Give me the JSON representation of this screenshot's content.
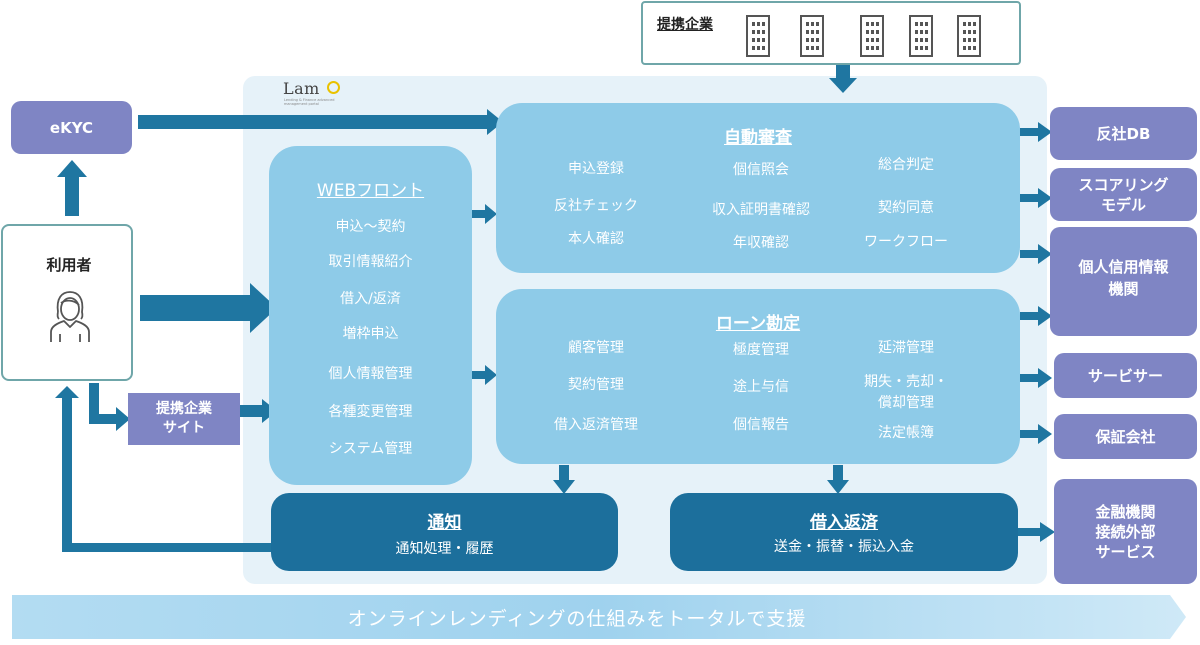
{
  "partner": {
    "title": "提携企業",
    "icons": [
      "building-icon",
      "building-icon",
      "building-icon",
      "building-icon",
      "building-icon"
    ]
  },
  "logo": {
    "word": "Lam",
    "tagline": "Lending & Finance advanced management portal"
  },
  "ekyc": {
    "label": "eKYC"
  },
  "user": {
    "title": "利用者",
    "icon": "person-icon"
  },
  "partner_site": {
    "line1": "提携企業",
    "line2": "サイト"
  },
  "web_front": {
    "title": "WEBフロント",
    "items": [
      "申込〜契約",
      "取引情報紹介",
      "借入/返済",
      "増枠申込",
      "個人情報管理",
      "各種変更管理",
      "システム管理"
    ]
  },
  "auto_review": {
    "title": "自動審査",
    "items": [
      "申込登録",
      "個信照会",
      "総合判定",
      "反社チェック",
      "収入証明書確認",
      "契約同意",
      "本人確認",
      "年収確認",
      "ワークフロー"
    ]
  },
  "loan": {
    "title": "ローン勘定",
    "items": [
      "顧客管理",
      "極度管理",
      "延滞管理",
      "契約管理",
      "途上与信",
      "期失・売却・\n償却管理",
      "借入返済管理",
      "個信報告",
      "法定帳簿"
    ]
  },
  "notify": {
    "title": "通知",
    "sub": "通知処理・履歴"
  },
  "repay": {
    "title": "借入返済",
    "sub": "送金・振替・振込入金"
  },
  "external": [
    "反社DB",
    "スコアリング\nモデル",
    "個人信用情報\n機関",
    "サービサー",
    "保証会社",
    "金融機関\n接続外部\nサービス"
  ],
  "banner": {
    "text": "オンラインレンディングの仕組みをトータルで支援"
  },
  "colors": {
    "arrow": "#1f76a1",
    "box_light": "#8ecbe8",
    "box_dark": "#1c6f9c",
    "external": "#7f85c4",
    "panel": "#e6f2f9"
  }
}
